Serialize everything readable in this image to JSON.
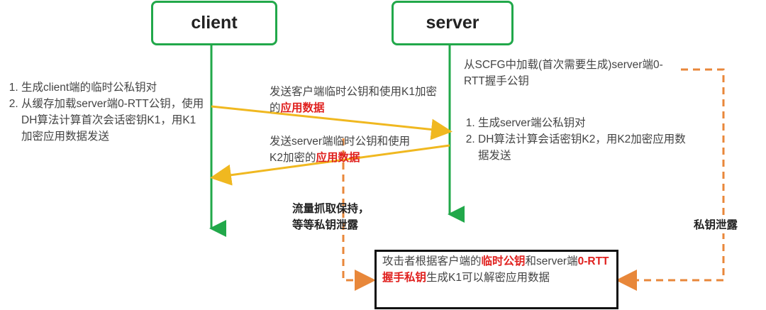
{
  "actors": {
    "client": "client",
    "server": "server"
  },
  "client_steps": [
    "生成client端的临时公私钥对",
    "从缓存加载server端0-RTT公钥，使用DH算法计算首次会话密钥K1，用K1加密应用数据发送"
  ],
  "msg1": {
    "text": "发送客户端临时公钥和使用K1加密的",
    "highlight": "应用数据"
  },
  "msg2": {
    "text": "发送server端临时公钥和使用K2加密的",
    "highlight": "应用数据"
  },
  "server_load": "从SCFG中加载(首次需要生成)server端0-RTT握手公钥",
  "server_steps": [
    "生成server端公私钥对",
    "DH算法计算会话密钥K2，用K2加密应用数据发送"
  ],
  "left_leak": {
    "line1": "流量抓取保持，",
    "line2": "等等私钥泄露"
  },
  "right_leak": "私钥泄露",
  "attack": {
    "p1": "攻击者根据客户端的",
    "h1": "临时公钥",
    "p2": "和server端",
    "h2": "0-RTT握手私钥",
    "p3": "生成K1可以解密应用数据"
  },
  "colors": {
    "green": "#21a84a",
    "yellow": "#f0b820",
    "orange": "#e8873a",
    "red": "#e0201e"
  }
}
